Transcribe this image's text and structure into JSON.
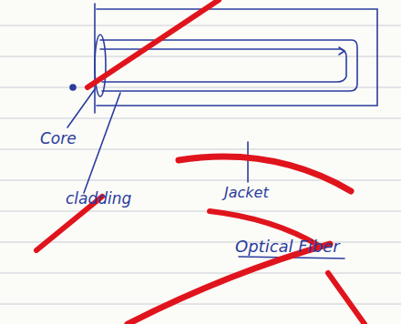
{
  "diagram": {
    "caption": "Optical Fiber",
    "labels": [
      "Core",
      "cladding",
      "Jacket"
    ]
  }
}
